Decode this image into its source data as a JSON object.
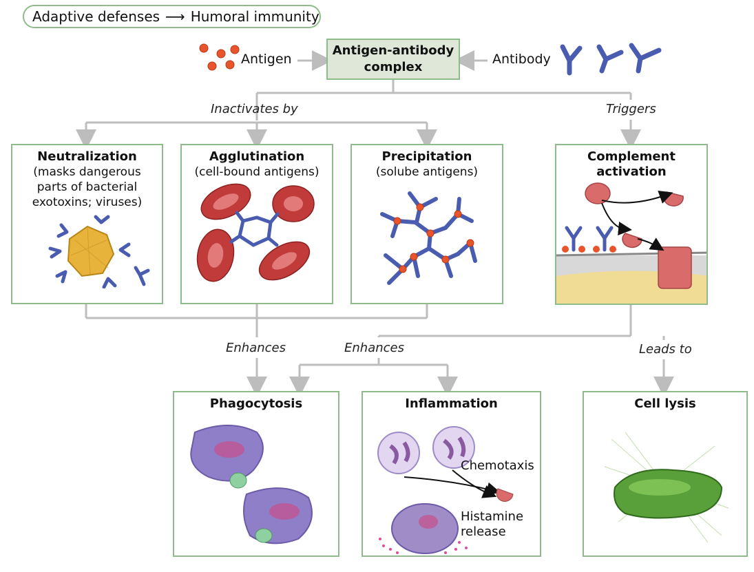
{
  "header": {
    "from": "Adaptive defenses",
    "to": "Humoral immunity"
  },
  "top": {
    "antigen": "Antigen",
    "center_line1": "Antigen-antibody",
    "center_line2": "complex",
    "antibody": "Antibody"
  },
  "connectors": {
    "inactivates": "Inactivates by",
    "triggers": "Triggers",
    "enhances_left": "Enhances",
    "enhances_mid": "Enhances",
    "leads_to": "Leads to"
  },
  "boxes": {
    "neutralization": {
      "title": "Neutralization",
      "sub1": "(masks dangerous",
      "sub2": "parts of bacterial",
      "sub3": "exotoxins; viruses)"
    },
    "agglutination": {
      "title": "Agglutination",
      "sub1": "(cell-bound antigens)"
    },
    "precipitation": {
      "title": "Precipitation",
      "sub1": "(solube antigens)"
    },
    "complement": {
      "title1": "Complement",
      "title2": "activation"
    },
    "phagocytosis": {
      "title": "Phagocytosis"
    },
    "inflammation": {
      "title": "Inflammation",
      "chemotaxis": "Chemotaxis",
      "histamine1": "Histamine",
      "histamine2": "release"
    },
    "lysis": {
      "title": "Cell lysis"
    }
  },
  "colors": {
    "border": "#8dbb8a",
    "center_fill": "#dfe8d8",
    "connector": "#bdbdbd",
    "antibody": "#4a5cb0",
    "antigen": "#e8542c",
    "rbc": "#c23b3b"
  }
}
